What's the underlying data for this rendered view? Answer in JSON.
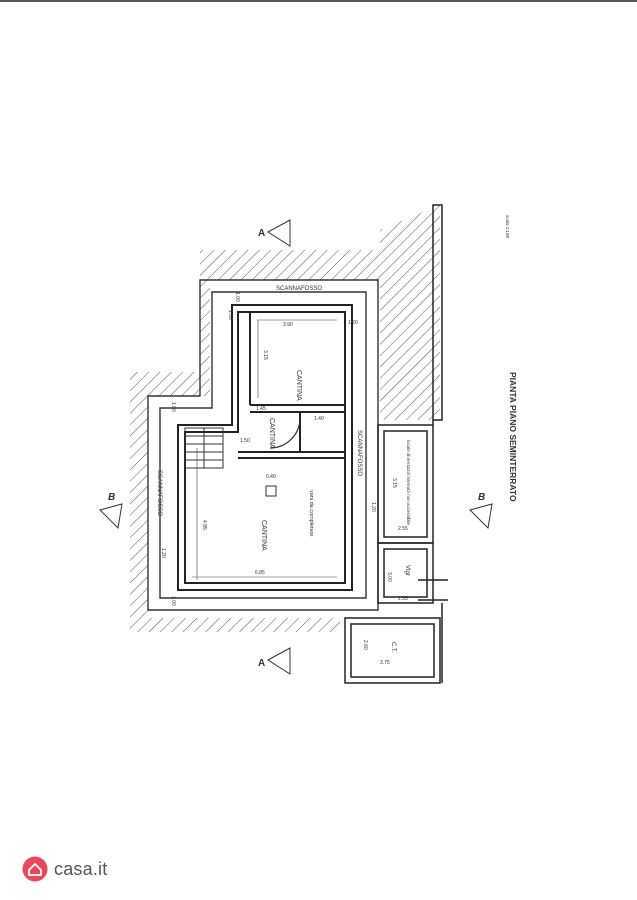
{
  "plan": {
    "title": "PIANTA PIANO SEMINTERRATO",
    "scale": "scala 1:100",
    "section_labels": {
      "a": "A",
      "b": "B"
    },
    "rooms": {
      "cantina_top": "CANTINA",
      "cantina_small": "CANTINA",
      "cantina_big": "CANTINA",
      "vano": "vani da completare",
      "note": "locale di terrazzo/ interrato non accessibile",
      "vtgr": "Vtgr",
      "ct": "C.T."
    },
    "scannafosso": {
      "top": "SCANNAFOSSO",
      "right": "SCANNAFOSSO",
      "left": "SCANNAFOSSO"
    },
    "dimensions": {
      "d100a": "1.00",
      "d100b": "1.00",
      "d390": "3.90",
      "d315": "3.15",
      "d120a": "1.20",
      "d120b": "1.20",
      "d120c": "1.20",
      "d100c": "1.00",
      "d100d": "1.00",
      "d145": "1.45",
      "d140": "1.40",
      "d150": "1.50",
      "d485": "4.85",
      "d685": "6.85",
      "d040": "0.40",
      "d315b": "3.15",
      "d255a": "2.55",
      "d255b": "2.55",
      "d300": "3.00",
      "d260": "2.60",
      "d375": "3.75"
    }
  },
  "brand": {
    "name": "casa.it",
    "color": "#e8485c"
  }
}
